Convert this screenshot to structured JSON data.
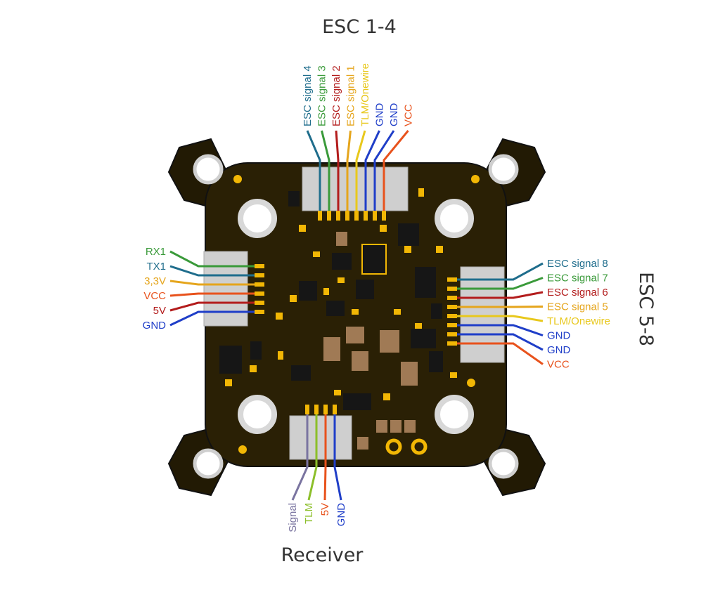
{
  "colors": {
    "board": "#2a2005",
    "board_edge": "#1a1404",
    "pad_gold": "#f2b705",
    "connector_gray": "#cfcfcf",
    "blue": "#1f3ec8",
    "teal": "#1f6d8c",
    "green": "#3a9a3a",
    "red": "#b31c1c",
    "orange": "#e8741c",
    "amber": "#e5a51c",
    "yellow": "#e8c81c",
    "purple_gray": "#7a74a0",
    "lime": "#8cbf2a"
  },
  "groups": {
    "esc14": {
      "title": "ESC 1-4",
      "pins": [
        {
          "label": "ESC signal 4",
          "color": "#1f6d8c"
        },
        {
          "label": "ESC signal 3",
          "color": "#3a9a3a"
        },
        {
          "label": "ESC signal 2",
          "color": "#b31c1c"
        },
        {
          "label": "ESC signal 1",
          "color": "#e5a51c"
        },
        {
          "label": "TLM/Onewire",
          "color": "#e8c81c"
        },
        {
          "label": "GND",
          "color": "#1f3ec8"
        },
        {
          "label": "GND",
          "color": "#1f3ec8"
        },
        {
          "label": "VCC",
          "color": "#e8521c"
        }
      ]
    },
    "esc58": {
      "title": "ESC 5-8",
      "pins": [
        {
          "label": "ESC signal 8",
          "color": "#1f6d8c"
        },
        {
          "label": "ESC signal 7",
          "color": "#3a9a3a"
        },
        {
          "label": "ESC signal 6",
          "color": "#b31c1c"
        },
        {
          "label": "ESC signal 5",
          "color": "#e5a51c"
        },
        {
          "label": "TLM/Onewire",
          "color": "#e8c81c"
        },
        {
          "label": "GND",
          "color": "#1f3ec8"
        },
        {
          "label": "GND",
          "color": "#1f3ec8"
        },
        {
          "label": "VCC",
          "color": "#e8521c"
        }
      ]
    },
    "uart": {
      "pins": [
        {
          "label": "RX1",
          "color": "#3a9a3a"
        },
        {
          "label": "TX1",
          "color": "#1f6d8c"
        },
        {
          "label": "3,3V",
          "color": "#e5a51c"
        },
        {
          "label": "VCC",
          "color": "#e8521c"
        },
        {
          "label": "5V",
          "color": "#b31c1c"
        },
        {
          "label": "GND",
          "color": "#1f3ec8"
        }
      ]
    },
    "receiver": {
      "title": "Receiver",
      "pins": [
        {
          "label": "Signal",
          "color": "#7a74a0"
        },
        {
          "label": "TLM",
          "color": "#8cbf2a"
        },
        {
          "label": "5V",
          "color": "#e8521c"
        },
        {
          "label": "GND",
          "color": "#1f3ec8"
        }
      ]
    }
  }
}
